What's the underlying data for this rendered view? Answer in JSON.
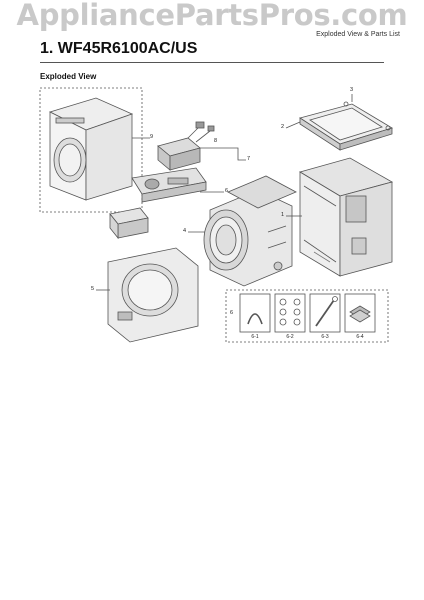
{
  "header": {
    "watermark": "AppliancePartsPros.com",
    "note": "Exploded View & Parts List"
  },
  "document": {
    "title": "1.  WF45R6100AC/US",
    "section": "Exploded View"
  },
  "callouts": {
    "c1": "1",
    "c2": "2",
    "c3": "3",
    "c4": "4",
    "c5": "5",
    "c6": "6",
    "c7": "7",
    "c8": "8",
    "c9": "9"
  },
  "kit": {
    "k1": "6-1",
    "k2": "6-2",
    "k3": "6-3",
    "k4": "6-4"
  },
  "colors": {
    "line": "#555555",
    "panel": "#e9e9e9",
    "shade": "#bdbdbd",
    "dark": "#777777"
  }
}
